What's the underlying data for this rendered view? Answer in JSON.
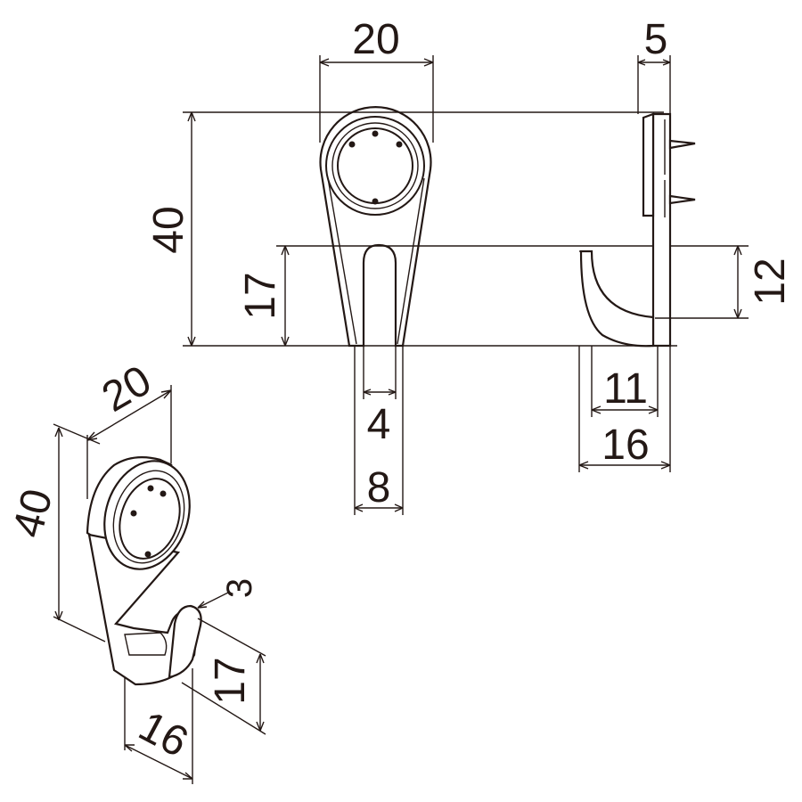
{
  "drawing": {
    "units": "mm",
    "line_color": "#231815",
    "dimensions": {
      "front_width": "20",
      "front_height": "40",
      "hook_height": "17",
      "hook_slot": "4",
      "hook_width": "8",
      "side_depth": "5",
      "side_hook_height": "12",
      "side_hook_depth": "11",
      "side_total_depth": "16",
      "iso_width": "20",
      "iso_height": "40",
      "iso_hook_height": "17",
      "iso_depth": "16",
      "iso_thickness": "3"
    }
  }
}
